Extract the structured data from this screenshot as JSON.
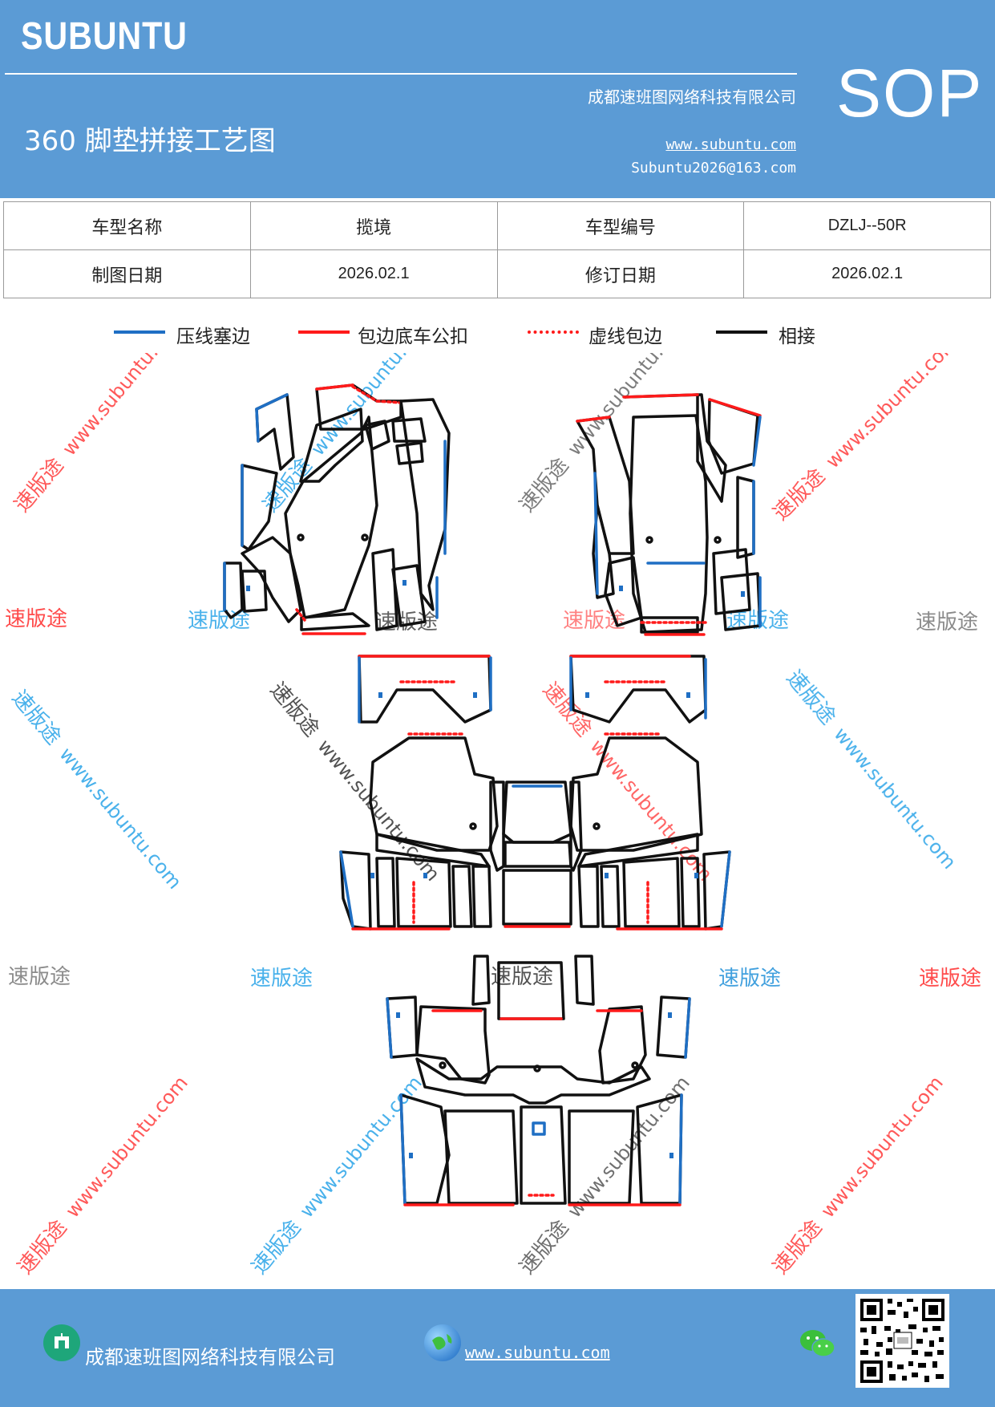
{
  "header": {
    "brand": "SUBUNTU",
    "company": "成都速班图网络科技有限公司",
    "title": "360 脚垫拼接工艺图",
    "website": "www.subuntu.com",
    "email": "Subuntu2026@163.com",
    "badge": "SOP"
  },
  "info_table": {
    "model_name_label": "车型名称",
    "model_name_value": "揽境",
    "model_code_label": "车型编号",
    "model_code_value": "DZLJ--50R",
    "draw_date_label": "制图日期",
    "draw_date_value": "2026.02.1",
    "revise_date_label": "修订日期",
    "revise_date_value": "2026.02.1"
  },
  "legend": [
    {
      "label": "压线塞边",
      "color": "#1f6fc4",
      "style": "solid"
    },
    {
      "label": "包边底车公扣",
      "color": "#ff1a1a",
      "style": "solid"
    },
    {
      "label": "虚线包边",
      "color": "#ff1a1a",
      "style": "dotted"
    },
    {
      "label": "相接",
      "color": "#111111",
      "style": "solid"
    }
  ],
  "watermark": {
    "name": "速版途",
    "site": "www.subuntu.com",
    "colors": {
      "red": "#ff2b2b",
      "blue": "#29a3e8",
      "gray": "#777777"
    }
  },
  "footer": {
    "company": "成都速班图网络科技有限公司",
    "website": "www.subuntu.com",
    "icons": [
      "company-logo-icon",
      "globe-icon",
      "wechat-icon",
      "qr-code"
    ]
  }
}
